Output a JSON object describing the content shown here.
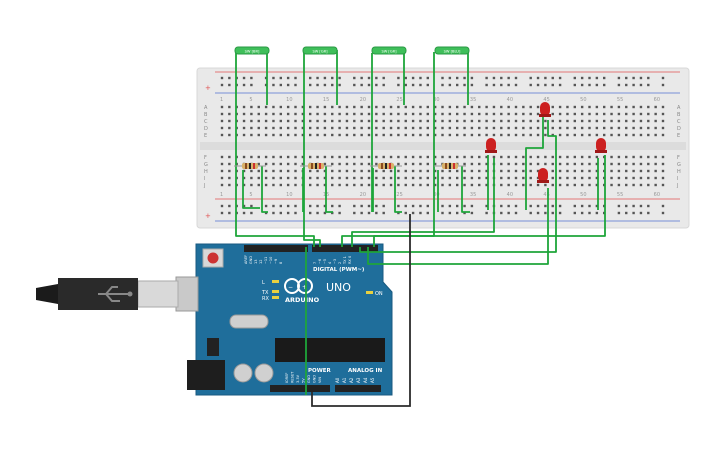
{
  "breadboard": {
    "row_letters_top": [
      "A",
      "B",
      "C",
      "D",
      "E"
    ],
    "row_letters_bottom": [
      "F",
      "G",
      "H",
      "I",
      "J"
    ],
    "column_numbers": [
      "1",
      "5",
      "10",
      "15",
      "20",
      "25",
      "30",
      "35",
      "40",
      "45",
      "50",
      "55",
      "60"
    ]
  },
  "buttons": [
    {
      "label": "SW [BR]"
    },
    {
      "label": "SW [GR]"
    },
    {
      "label": "SW [GR]"
    },
    {
      "label": "SW [BLU]"
    }
  ],
  "arduino": {
    "brand": "ARDUINO",
    "model": "UNO",
    "digital_label": "DIGITAL (PWM~)",
    "power_label": "POWER",
    "analog_label": "ANALOG IN",
    "led_l": "L",
    "led_tx": "TX",
    "led_rx": "RX",
    "on_label": "ON",
    "top_pins": [
      "AREF",
      "GND",
      "13",
      "12",
      "~11",
      "~10",
      "~9",
      "8",
      "7",
      "~6",
      "~5",
      "4",
      "~3",
      "2",
      "TX 1",
      "RX 0"
    ],
    "power_pins": [
      "IOREF",
      "RESET",
      "3.3V",
      "5V",
      "GND",
      "GND",
      "VIN"
    ],
    "analog_pins": [
      "A0",
      "A1",
      "A2",
      "A3",
      "A4",
      "A5"
    ]
  },
  "colors": {
    "breadboard": "#e9e9e9",
    "wire": "#1ea53a",
    "wire_black": "#2b2b2b",
    "arduino": "#1f6e9b",
    "led": "#cc2020",
    "button": "#3fbf5a",
    "rail_red": "#e05050",
    "rail_blue": "#5070d0"
  }
}
